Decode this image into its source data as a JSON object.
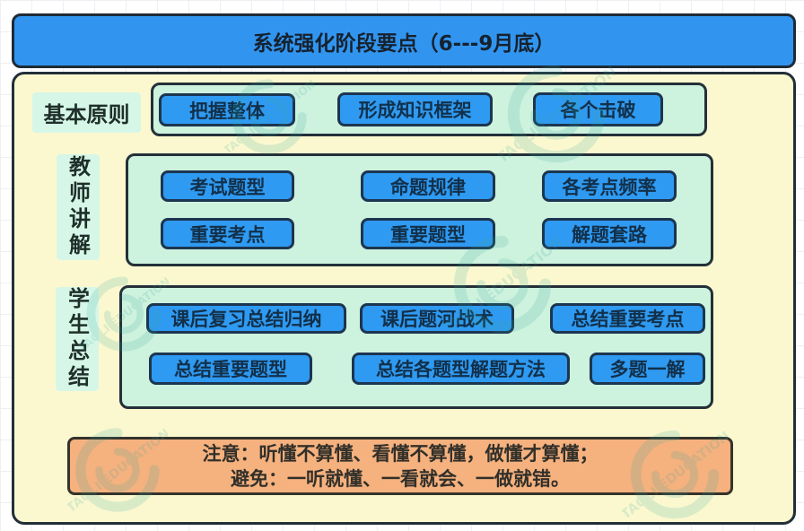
{
  "title": "系统强化阶段要点（6---9月底）",
  "rows": [
    {
      "label": "基本原则",
      "items": [
        "把握整体",
        "形成知识框架",
        "各个击破"
      ]
    },
    {
      "label": "教师讲解",
      "items": [
        "考试题型",
        "命题规律",
        "各考点频率",
        "重要考点",
        "重要题型",
        "解题套路"
      ]
    },
    {
      "label": "学生总结",
      "items": [
        "课后复习总结归纳",
        "课后题河战术",
        "总结重要考点",
        "总结重要题型",
        "总结各题型解题方法",
        "多题一解"
      ]
    }
  ],
  "note": {
    "line1": "注意：听懂不算懂、看懂不算懂，做懂才算懂；",
    "line2": "避免：一听就懂、一看就会、一做就错。"
  },
  "watermark": {
    "text": "TAOLI EDUCATION"
  },
  "colors": {
    "header_blue": "#3195f0",
    "node_blue": "#2f9af1",
    "panel_yellow": "#fbf8cf",
    "group_green": "#cdf2dd",
    "label_green": "#d6f7e8",
    "note_orange": "#f5b17e",
    "border_dark": "#232f38",
    "watermark_teal": "#2fa89f"
  }
}
